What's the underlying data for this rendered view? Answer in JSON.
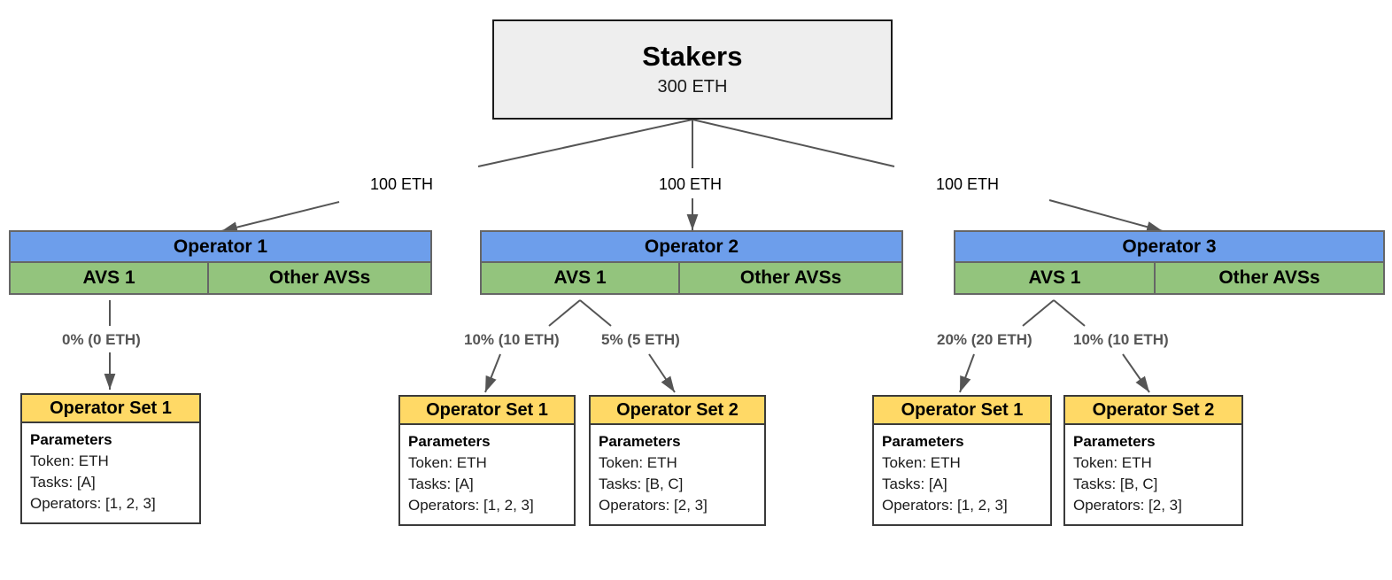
{
  "diagram": {
    "root": {
      "title": "Stakers",
      "amount": "300 ETH"
    },
    "stake_edges": [
      {
        "label": "100 ETH"
      },
      {
        "label": "100 ETH"
      },
      {
        "label": "100 ETH"
      }
    ],
    "operators": [
      {
        "name": "Operator 1",
        "avs_primary": "AVS 1",
        "avs_other": "Other AVSs",
        "allocations": [
          {
            "label": "0% (0 ETH)"
          }
        ],
        "operator_sets": [
          {
            "title": "Operator Set 1",
            "params_heading": "Parameters",
            "params": [
              "Token: ETH",
              "Tasks: [A]",
              "Operators: [1, 2, 3]"
            ]
          }
        ]
      },
      {
        "name": "Operator 2",
        "avs_primary": "AVS 1",
        "avs_other": "Other AVSs",
        "allocations": [
          {
            "label": "10% (10 ETH)"
          },
          {
            "label": "5% (5 ETH)"
          }
        ],
        "operator_sets": [
          {
            "title": "Operator Set 1",
            "params_heading": "Parameters",
            "params": [
              "Token: ETH",
              "Tasks: [A]",
              "Operators: [1, 2, 3]"
            ]
          },
          {
            "title": "Operator Set 2",
            "params_heading": "Parameters",
            "params": [
              "Token: ETH",
              "Tasks: [B, C]",
              "Operators: [2, 3]"
            ]
          }
        ]
      },
      {
        "name": "Operator 3",
        "avs_primary": "AVS 1",
        "avs_other": "Other AVSs",
        "allocations": [
          {
            "label": "20% (20 ETH)"
          },
          {
            "label": "10% (10 ETH)"
          }
        ],
        "operator_sets": [
          {
            "title": "Operator Set 1",
            "params_heading": "Parameters",
            "params": [
              "Token: ETH",
              "Tasks: [A]",
              "Operators: [1, 2, 3]"
            ]
          },
          {
            "title": "Operator Set 2",
            "params_heading": "Parameters",
            "params": [
              "Token: ETH",
              "Tasks: [B, C]",
              "Operators: [2, 3]"
            ]
          }
        ]
      }
    ],
    "colors": {
      "root_fill": "#eeeeee",
      "operator_header_fill": "#6d9eeb",
      "avs_fill": "#93c47d",
      "operator_set_header_fill": "#ffd966",
      "edge_stroke": "#555555",
      "box_border": "#666666"
    }
  }
}
